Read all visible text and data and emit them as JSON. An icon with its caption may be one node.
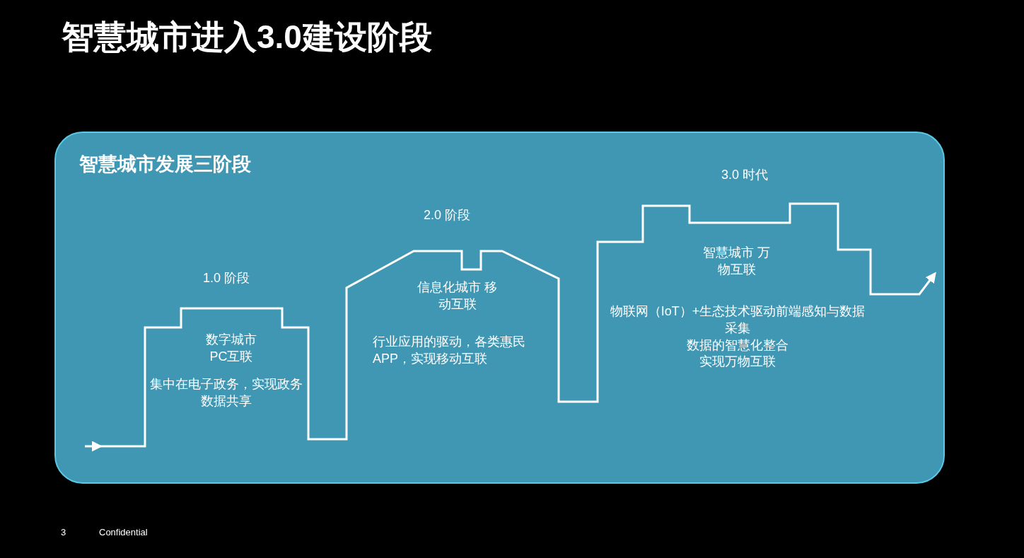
{
  "diagram": {
    "title": "智慧城市进入3.0建设阶段",
    "nodes": [
      {
        "text": [
          "智慧城市发展三阶段"
        ]
      }
    ],
    "labels": [
      "1.0 阶段",
      "数字城市 PC互联",
      "集中在电子政务，实现政务数据共享",
      "2.0 阶段",
      "信息化城市 移动互联",
      "行业应用的驱动，各类惠民APP，实现移动互联",
      "3.0 时代",
      "智慧城市 万物互联",
      "物联网（IoT）+生态技术驱动前端感知与数据采集",
      "数据的智慧化整合",
      "实现万物互联",
      "3",
      "Confidential"
    ]
  }
}
